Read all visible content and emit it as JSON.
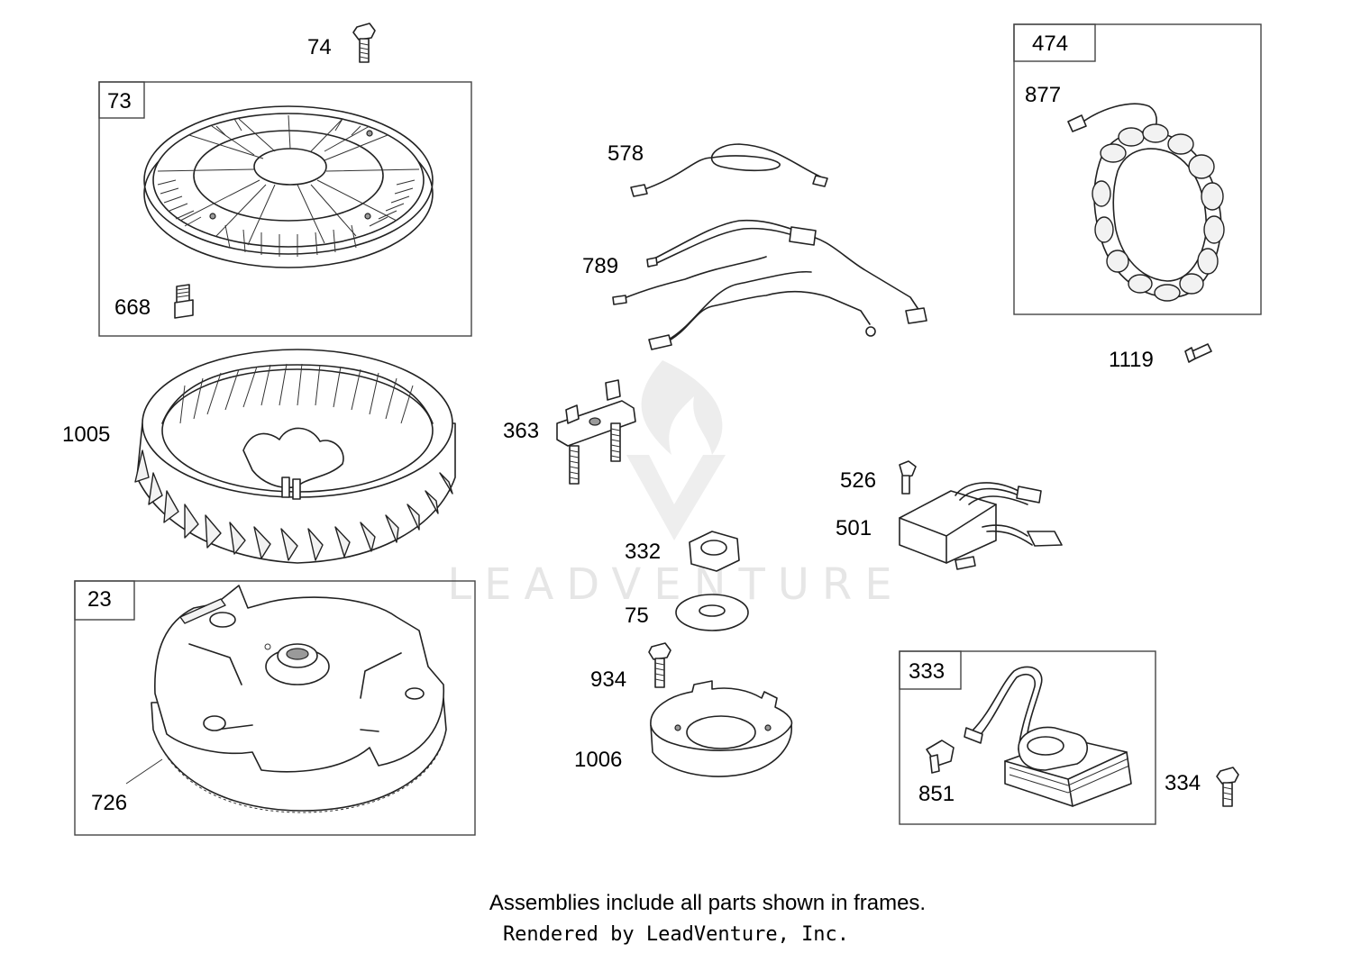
{
  "frames": [
    {
      "id": "73",
      "label": "73"
    },
    {
      "id": "23",
      "label": "23"
    },
    {
      "id": "474",
      "label": "474"
    },
    {
      "id": "333",
      "label": "333"
    }
  ],
  "callouts": {
    "c74": "74",
    "c668": "668",
    "c1005": "1005",
    "c726": "726",
    "c578": "578",
    "c789": "789",
    "c363": "363",
    "c332": "332",
    "c75": "75",
    "c934": "934",
    "c1006": "1006",
    "c877": "877",
    "c1119": "1119",
    "c526": "526",
    "c501": "501",
    "c851": "851",
    "c334": "334"
  },
  "footer": {
    "note": "Assemblies include all parts shown in frames.",
    "credit": "Rendered by LeadVenture, Inc."
  },
  "watermark": {
    "text": "LEADVENTURE"
  }
}
